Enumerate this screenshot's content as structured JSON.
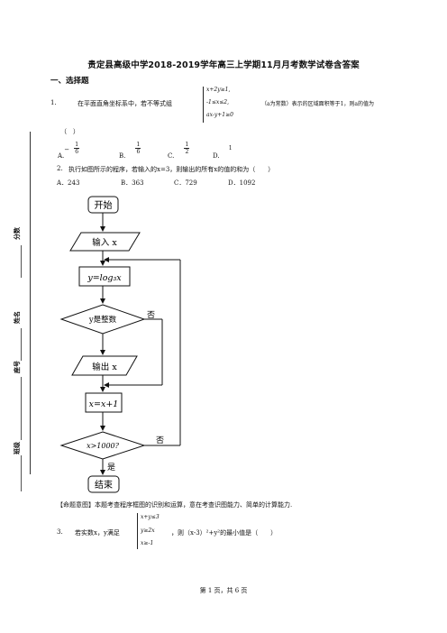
{
  "title": "贵定县高级中学2018-2019学年高三上学期11月月考数学试卷含答案",
  "section1": "一、选择题",
  "q1": {
    "number": "1.",
    "text_a": "在平面直角坐标系中，若不等式组",
    "system": [
      "x+2y≥1,",
      "-1≤x≤2,",
      "ax-y+1≥0"
    ],
    "text_b": "（a为常数）表示的区域面积等于1，则a的值为",
    "text_c": "（　）",
    "options": [
      {
        "label": "A.",
        "sign": "−",
        "num": "1",
        "den": "6"
      },
      {
        "label": "B.",
        "sign": "",
        "num": "1",
        "den": "6"
      },
      {
        "label": "C.",
        "sign": "",
        "num": "1",
        "den": "2"
      },
      {
        "label": "D.",
        "sign": "",
        "num": "1",
        "den": ""
      }
    ]
  },
  "q2": {
    "number": "2.",
    "text": "执行如图所示的程序，若输入的x=3，则输出的所有x的值的和为（　　）",
    "options": [
      "A．243",
      "B．363",
      "C．729",
      "D．1092"
    ]
  },
  "flowchart": {
    "start": "开始",
    "input": "输入 x",
    "assign": "y=log₃x",
    "cond1": "y是整数",
    "no1": "否",
    "output": "输出 x",
    "incr": "x=x+1",
    "cond2": "x>1000?",
    "no2": "否",
    "yes2": "是",
    "end": "结束"
  },
  "analysis": "【命题意图】本题考查程序框图的识别和运算，意在考查识图能力、简单的计算能力.",
  "q3": {
    "number": "3.",
    "text_a": "若实数x，y满足",
    "system": [
      "x+y≤3",
      "y≥2x",
      "x≥-1"
    ],
    "text_b": "，则（x-3）²+y²的最小值是（　　）"
  },
  "margin_labels": [
    "分数",
    "姓名",
    "座号",
    "班级"
  ],
  "footer": "第 1 页，共 6 页"
}
